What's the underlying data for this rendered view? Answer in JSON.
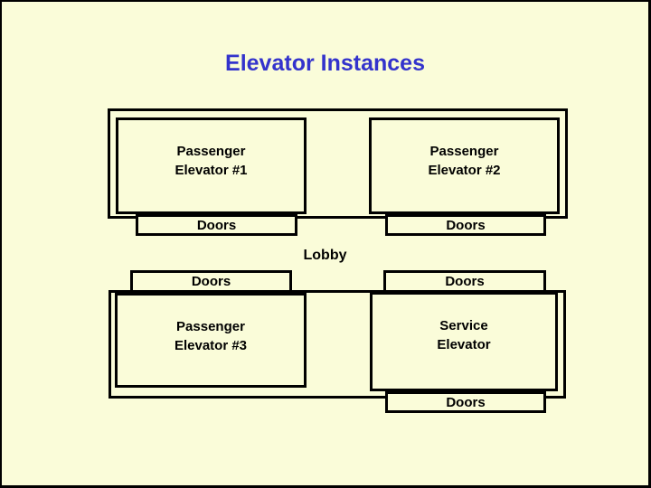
{
  "slide": {
    "title": "Elevator Instances",
    "lobby_label": "Lobby",
    "doors_label": "Doors"
  },
  "elevators": [
    {
      "id": "passenger-1",
      "line1": "Passenger",
      "line2": "Elevator #1"
    },
    {
      "id": "passenger-2",
      "line1": "Passenger",
      "line2": "Elevator #2"
    },
    {
      "id": "passenger-3",
      "line1": "Passenger",
      "line2": "Elevator #3"
    },
    {
      "id": "service",
      "line1": "Service",
      "line2": "Elevator"
    }
  ],
  "colors": {
    "slide_background": "#FAFCD9",
    "title_text": "#3333CC",
    "line_color": "#000000",
    "label_text": "#000000"
  }
}
